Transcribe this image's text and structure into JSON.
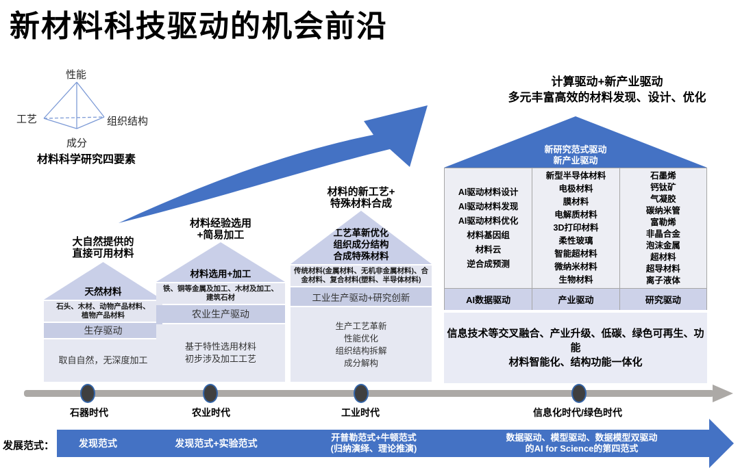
{
  "title": "新材料科技驱动的机会前沿",
  "tetrahedron": {
    "top": "性能",
    "left": "工艺",
    "right": "组织结构",
    "bottom": "成分",
    "caption": "材料科学研究四要素"
  },
  "peak_note": {
    "lines": [
      "计算驱动+新产业驱动",
      "多元丰富高效的材料发现、设计、优化"
    ]
  },
  "houses": [
    {
      "header": [
        "大自然提供的",
        "直接可用材料"
      ],
      "roof": [
        "天然材料"
      ],
      "materials": [
        "石头、木材、动物产品材料、",
        "植物产品材料"
      ],
      "driver": "生存驱动",
      "description": [
        "取自自然，无深度加工"
      ]
    },
    {
      "header": [
        "材料经验选用",
        "+简易加工"
      ],
      "roof": [
        "材料选用+加工"
      ],
      "materials": [
        "铁、铜等金属及加工、木材及加工、",
        "建筑石材"
      ],
      "driver": "农业生产驱动",
      "description": [
        "基于特性选用材料",
        "初步涉及加工工艺"
      ]
    },
    {
      "header": [
        "材料的新工艺+",
        "特殊材料合成"
      ],
      "roof": [
        "工艺革新优化",
        "组织成分结构",
        "合成特殊材料"
      ],
      "materials": [
        "传统材料(金属材料、无机非金属材料)、合",
        "金材料、复合材料(塑料、半导体材料)"
      ],
      "driver": "工业生产驱动+研究创新",
      "description": [
        "生产工艺革新",
        "性能优化",
        "组织结构拆解",
        "成分解构"
      ]
    }
  ],
  "modern_house": {
    "roof": [
      "新研究范式驱动",
      "新产业驱动"
    ],
    "columns": [
      {
        "items": [
          "AI驱动材料设计",
          "AI驱动材料发现",
          "AI驱动材料优化",
          "材料基因组",
          "材料云",
          "逆合成预测"
        ],
        "driver": "AI数据驱动"
      },
      {
        "items": [
          "新型半导体材料",
          "电极材料",
          "膜材料",
          "电解质材料",
          "3D打印材料",
          "柔性玻璃",
          "智能超材料",
          "微纳米材料",
          "生物材料"
        ],
        "driver": "产业驱动"
      },
      {
        "items": [
          "石墨烯",
          "钙钛矿",
          "气凝胶",
          "碳纳米管",
          "富勒烯",
          "非晶合金",
          "泡沫金属",
          "超材料",
          "超导材料",
          "离子液体"
        ],
        "driver": "研究驱动"
      }
    ],
    "summary": [
      "信息技术等交叉融合、产业升级、低碳、绿色可再生、功能",
      "材料智能化、结构功能一体化"
    ]
  },
  "timeline": {
    "eras": [
      "石器时代",
      "农业时代",
      "工业时代",
      "信息化时代/绿色时代"
    ]
  },
  "paradigm": {
    "label": "发展范式：",
    "segments": [
      [
        "发现范式"
      ],
      [
        "发现范式+实验范式"
      ],
      [
        "开普勒范式+牛顿范式",
        "(归纳演绎、理论推演)"
      ],
      [
        "数据驱动、模型驱动、数据模型双驱动",
        "的AI for Science的第四范式"
      ]
    ]
  },
  "colors": {
    "accent": "#4472C4",
    "roof_light": "#C9CFE8",
    "band_light": "#E3E5F0",
    "band_mid": "#C6CCE4",
    "band_desc": "#E6E8F2",
    "panel": "#EDEEF4",
    "panel_border": "#A6A6A6",
    "strip": "#CDD2E9",
    "summary": "#E9EBF5",
    "timeline": "#ACA9A6",
    "dot": "#3F3F3F",
    "dot_ring": "#3465A8"
  }
}
